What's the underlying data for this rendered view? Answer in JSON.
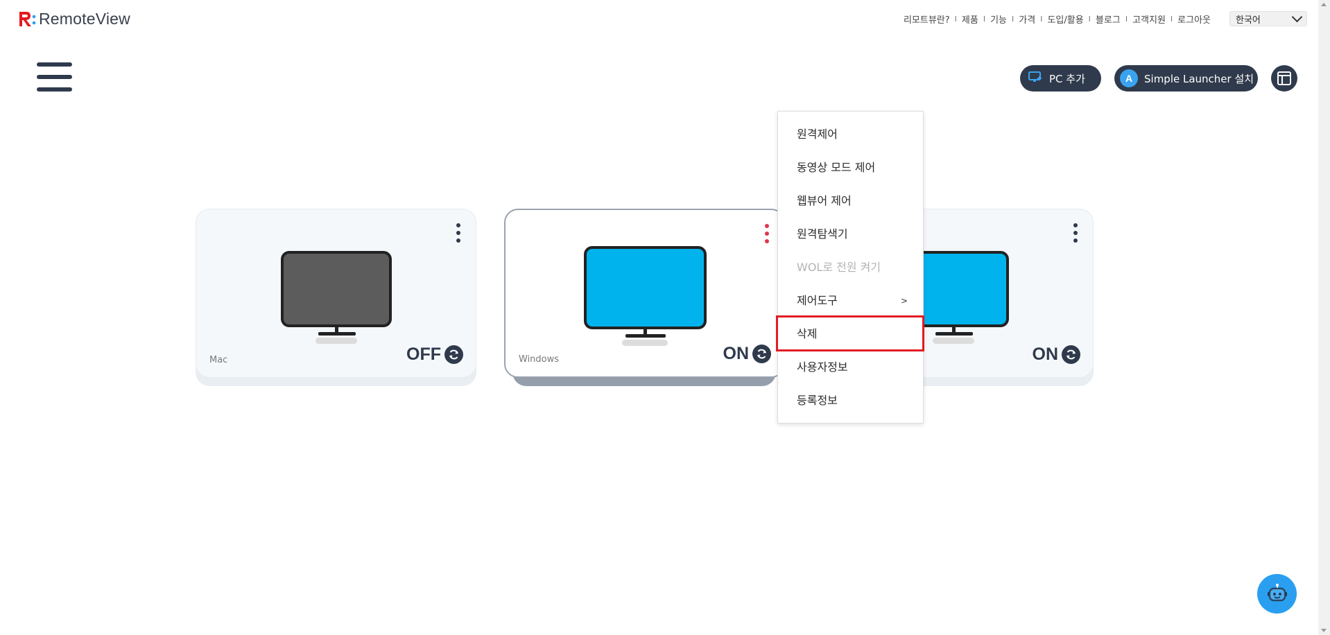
{
  "brand": {
    "name": "RemoteView"
  },
  "topnav": {
    "items": [
      "리모트뷰란?",
      "제품",
      "기능",
      "가격",
      "도입/활용",
      "블로그",
      "고객지원",
      "로그아웃"
    ],
    "separator": "I"
  },
  "language": {
    "selected": "한국어"
  },
  "toolbar": {
    "add_pc_label": "PC 추가",
    "launcher_badge": "A",
    "launcher_label": "Simple Launcher 설치"
  },
  "cards": [
    {
      "os": "Mac",
      "status": "OFF",
      "screen_color": "#5c5c5c",
      "background": "#f5f8fa"
    },
    {
      "os": "Windows",
      "status": "ON",
      "screen_color": "#00b3ec",
      "background": "#ffffff",
      "selected": true
    },
    {
      "os": "",
      "status": "ON",
      "screen_color": "#00b3ec",
      "background": "#f5f8fa"
    }
  ],
  "context_menu": {
    "items": [
      {
        "label": "원격제어",
        "disabled": false
      },
      {
        "label": "동영상 모드 제어",
        "disabled": false
      },
      {
        "label": "웹뷰어 제어",
        "disabled": false
      },
      {
        "label": "원격탐색기",
        "disabled": false
      },
      {
        "label": "WOL로 전원 켜기",
        "disabled": true
      },
      {
        "label": "제어도구",
        "disabled": false,
        "submenu_arrow": ">"
      },
      {
        "label": "삭제",
        "disabled": false,
        "highlighted": true
      },
      {
        "label": "사용자정보",
        "disabled": false
      },
      {
        "label": "등록정보",
        "disabled": false
      }
    ]
  },
  "colors": {
    "navy": "#2f3a4c",
    "accent_blue": "#00b3ec",
    "brand_red": "#e21b23",
    "chatbot_blue": "#2a9ff0"
  },
  "icons": {
    "hamburger": "hamburger-menu-icon",
    "add_pc": "monitor-plus-icon",
    "layout": "layout-panel-icon",
    "sync": "sync-icon",
    "kebab": "kebab-vertical-icon",
    "chatbot": "chatbot-robot-icon"
  }
}
